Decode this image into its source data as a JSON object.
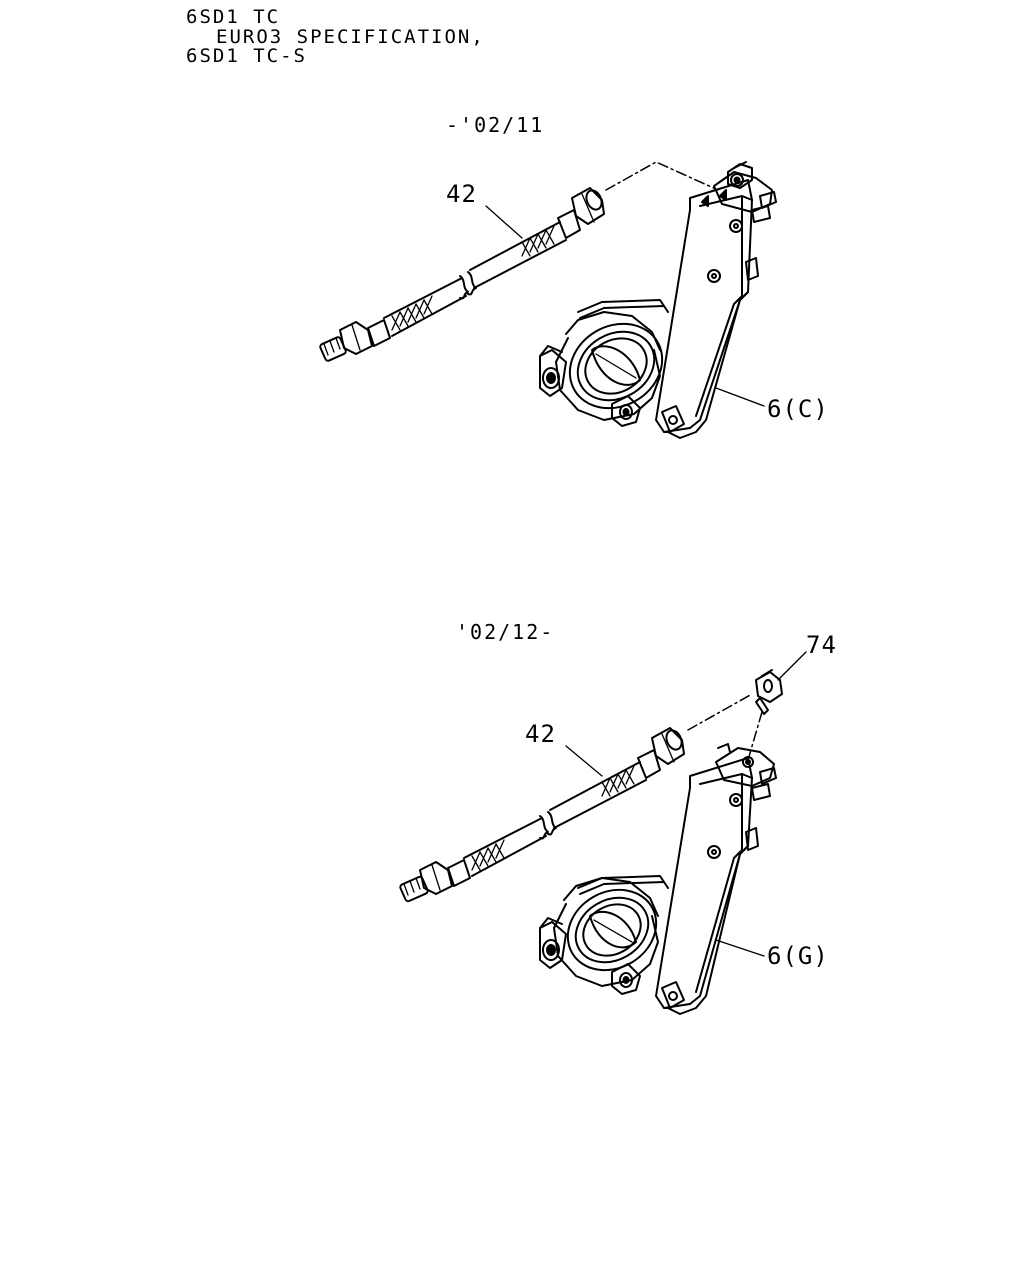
{
  "header": {
    "line1": "6SD1 TC",
    "line2": "EURO3 SPECIFICATION,",
    "line3": "6SD1 TC-S"
  },
  "top_view": {
    "date_range": "-'02/11",
    "callouts": {
      "hose": "42",
      "bracket": "6(C)"
    }
  },
  "bottom_view": {
    "date_range": "'02/12-",
    "callouts": {
      "fitting": "74",
      "hose": "42",
      "bracket": "6(G)"
    }
  }
}
